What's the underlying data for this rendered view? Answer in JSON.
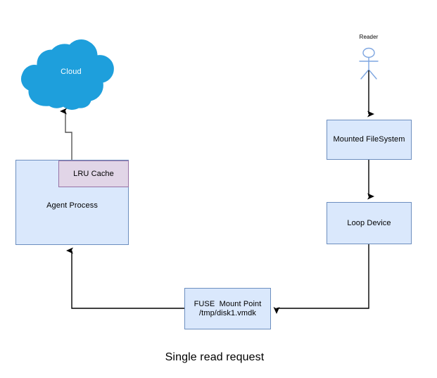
{
  "diagram": {
    "caption": "Single read request",
    "colors": {
      "cloud_fill": "#1e9fdc",
      "cloud_text": "#ffffff",
      "box_fill": "#dae8fc",
      "box_stroke": "#6c8ebf",
      "cache_fill": "#e1d5e7",
      "cache_stroke": "#9673a6",
      "actor_stroke": "#7ea6e0",
      "edge_stroke": "#000000",
      "background": "#ffffff"
    },
    "nodes": {
      "cloud": {
        "label": "Cloud",
        "shape": "cloud-shape"
      },
      "agent_process": {
        "label": "Agent Process",
        "shape": "rectangle"
      },
      "lru_cache": {
        "label": "LRU Cache",
        "shape": "rectangle"
      },
      "reader": {
        "label": "Reader",
        "shape": "actor-icon"
      },
      "mounted_filesystem": {
        "label": "Mounted FileSystem",
        "shape": "rectangle"
      },
      "loop_device": {
        "label": "Loop Device",
        "shape": "rectangle"
      },
      "fuse_mount_point": {
        "line1": "FUSE  Mount Point",
        "line2": "/tmp/disk1.vmdk",
        "shape": "rectangle"
      }
    },
    "edges": [
      {
        "name": "reader-to-mounted-filesystem",
        "from": "Reader",
        "to": "Mounted FileSystem",
        "style": "straight-arrow"
      },
      {
        "name": "mounted-filesystem-to-loop-device",
        "from": "Mounted FileSystem",
        "to": "Loop Device",
        "style": "straight-arrow"
      },
      {
        "name": "loop-device-to-fuse-mount-point",
        "from": "Loop Device",
        "to": "FUSE  Mount Point",
        "style": "elbow-arrow"
      },
      {
        "name": "fuse-mount-point-to-agent-process",
        "from": "FUSE  Mount Point",
        "to": "Agent Process",
        "style": "elbow-arrow"
      },
      {
        "name": "lru-cache-to-cloud",
        "from": "LRU Cache",
        "to": "Cloud",
        "style": "elbow-arrow"
      }
    ]
  }
}
